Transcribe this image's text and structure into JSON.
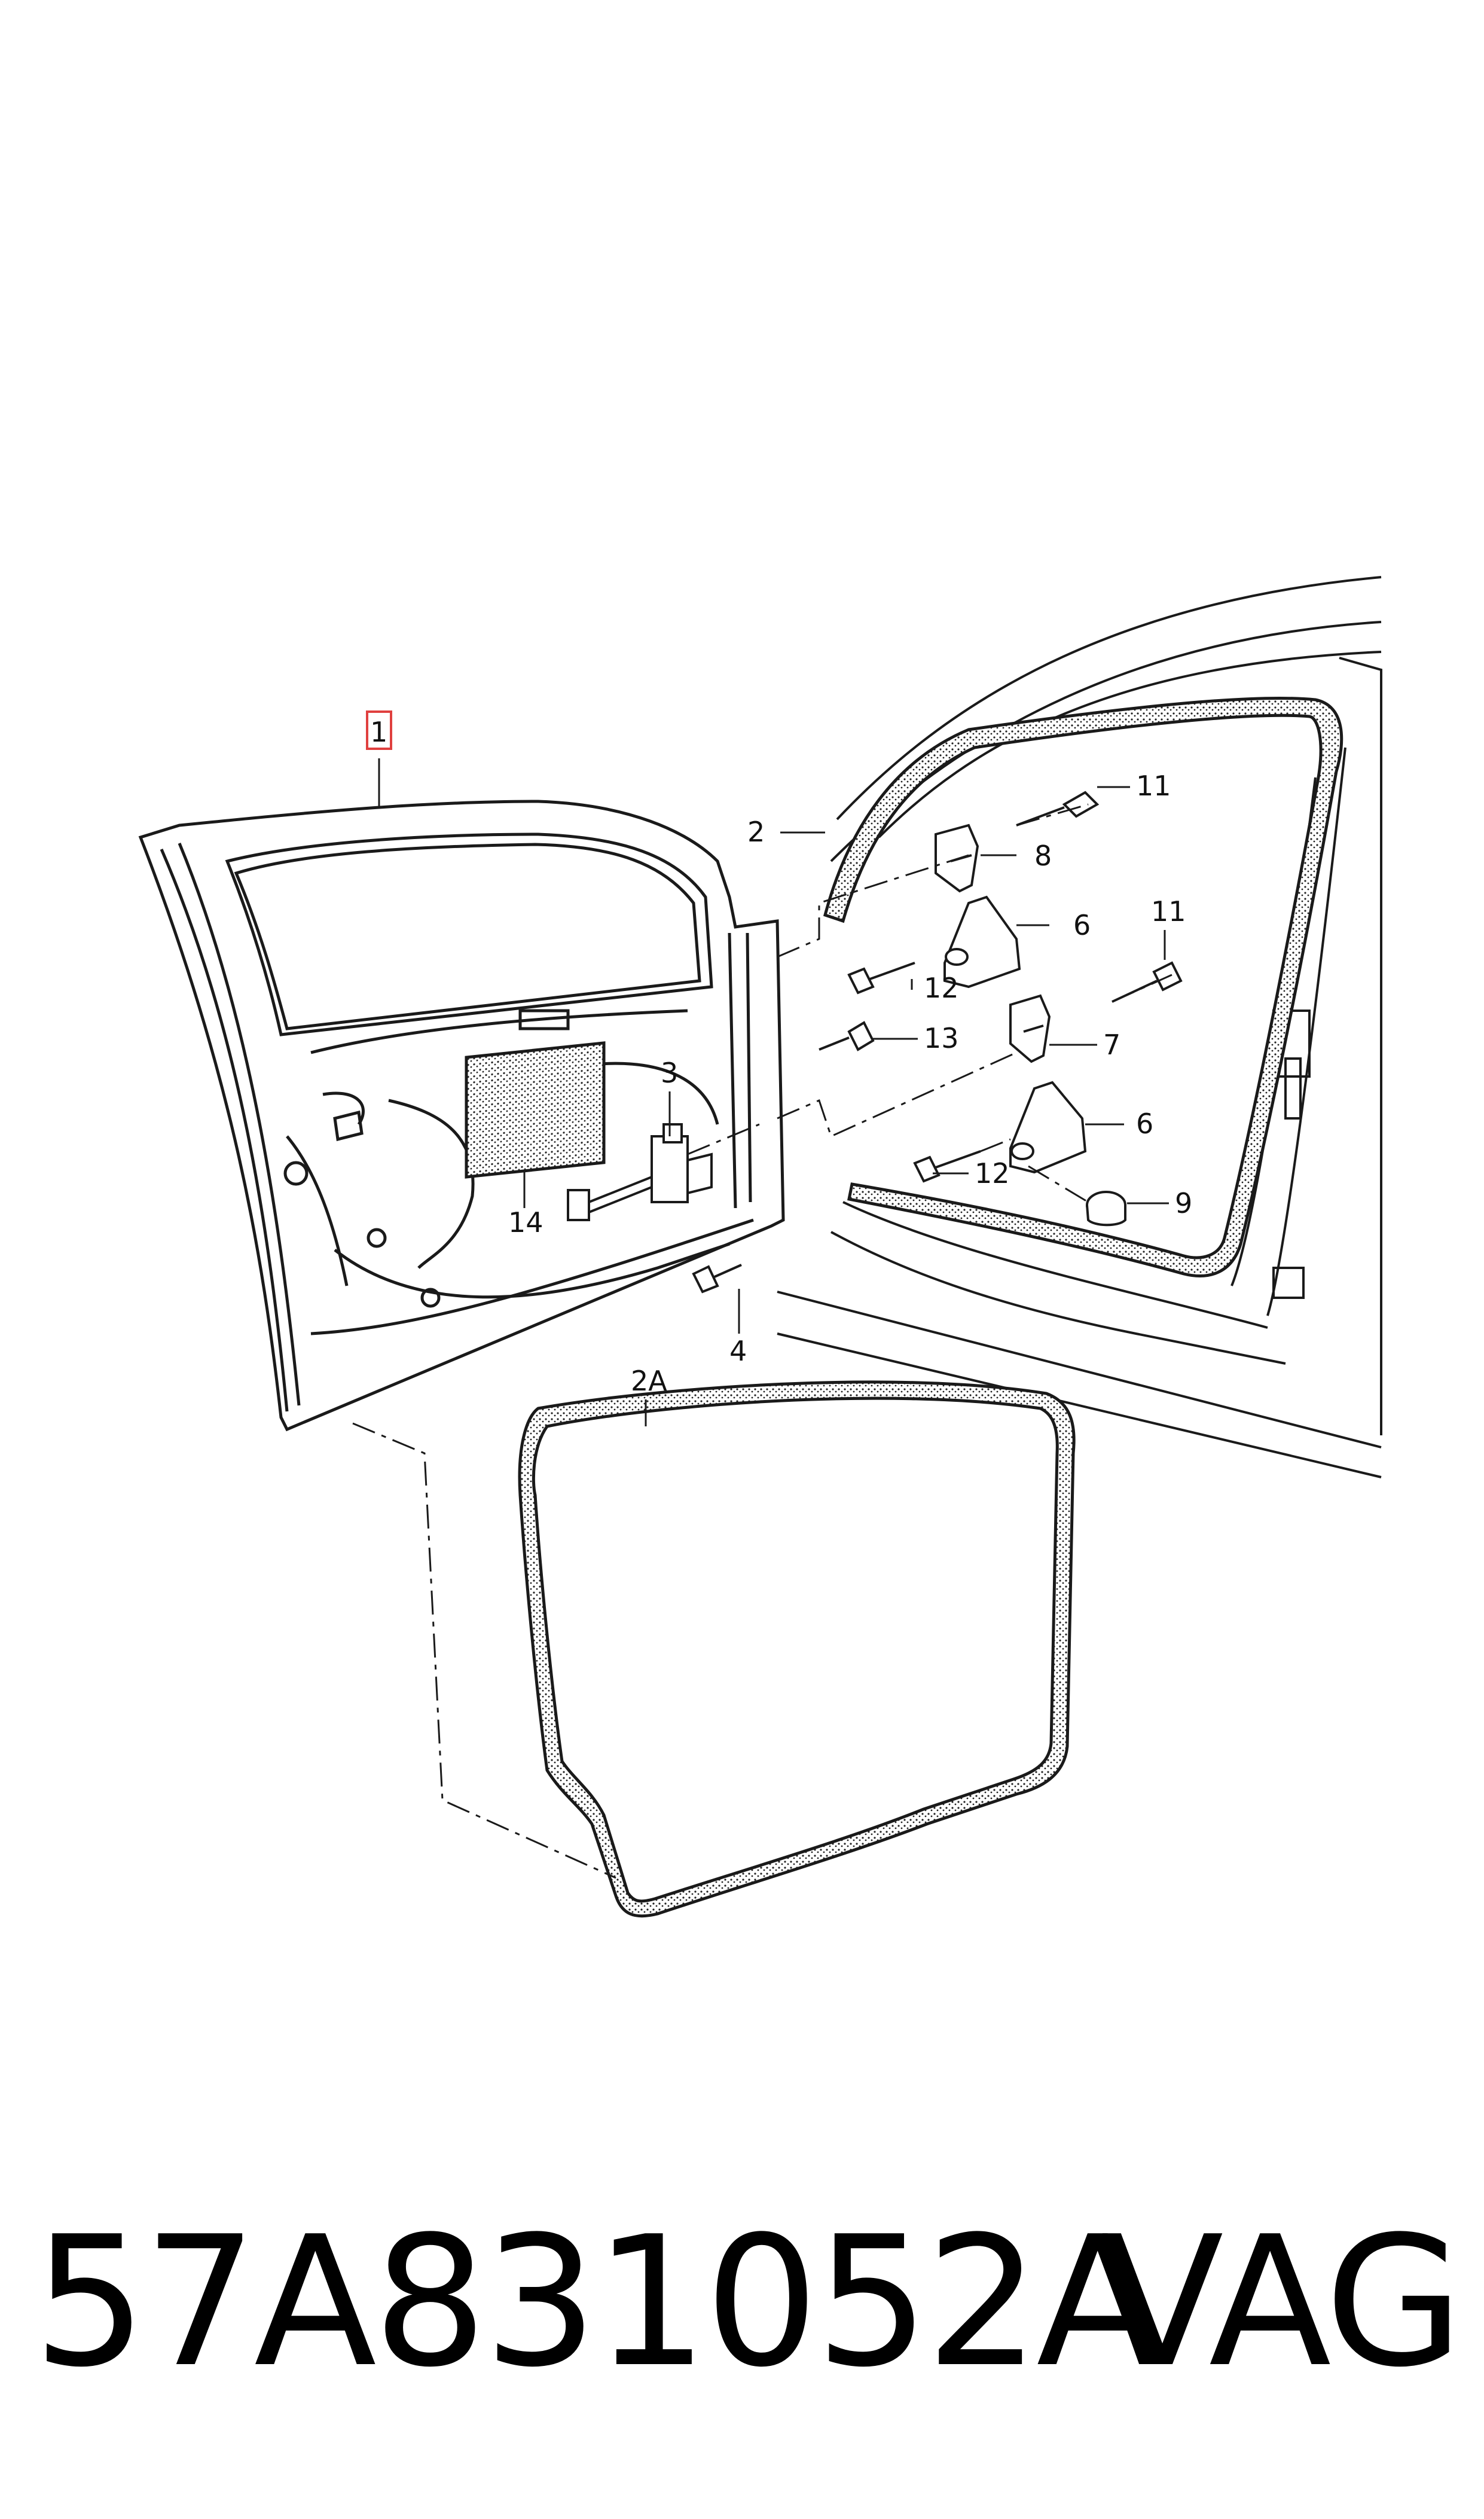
{
  "callouts": {
    "c1": "1",
    "c2": "2",
    "c2a": "2A",
    "c3": "3",
    "c4": "4",
    "c6a": "6",
    "c6b": "6",
    "c7": "7",
    "c8": "8",
    "c9": "9",
    "c11a": "11",
    "c11b": "11",
    "c12a": "12",
    "c12b": "12",
    "c13": "13",
    "c14": "14"
  },
  "footer": {
    "part_number": "57A831052A",
    "brand": "VAG"
  },
  "colors": {
    "line": "#1a1a1a",
    "seal_fill": "#ffffff",
    "highlight": "#e0403f"
  }
}
